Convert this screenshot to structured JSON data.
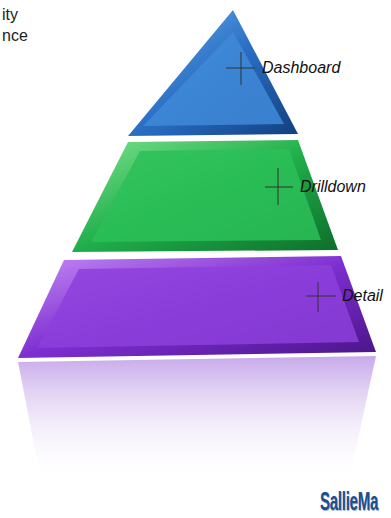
{
  "diagram": {
    "labels": [
      "ity",
      "nce",
      "Dashboard",
      "Drilldown",
      "Detail",
      "SallieMa"
    ]
  }
}
